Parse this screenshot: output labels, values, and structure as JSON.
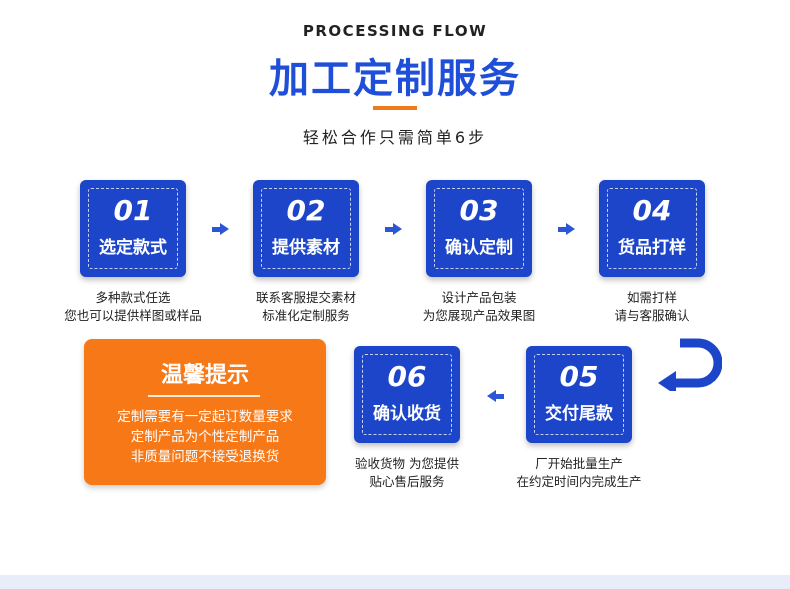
{
  "header": {
    "subtitle_en": "PROCESSING FLOW",
    "title": "加工定制服务",
    "tagline": "轻松合作只需简单6步"
  },
  "steps": [
    {
      "num": "01",
      "label": "选定款式",
      "desc": [
        "多种款式任选",
        "您也可以提供样图或样品"
      ]
    },
    {
      "num": "02",
      "label": "提供素材",
      "desc": [
        "联系客服提交素材",
        "标准化定制服务"
      ]
    },
    {
      "num": "03",
      "label": "确认定制",
      "desc": [
        "设计产品包装",
        "为您展现产品效果图"
      ]
    },
    {
      "num": "04",
      "label": "货品打样",
      "desc": [
        "如需打样",
        "请与客服确认"
      ]
    },
    {
      "num": "05",
      "label": "交付尾款",
      "desc": [
        "厂开始批量生产",
        "在约定时间内完成生产"
      ]
    },
    {
      "num": "06",
      "label": "确认收货",
      "desc": [
        "验收货物 为您提供",
        "贴心售后服务"
      ]
    }
  ],
  "tips": {
    "title": "温馨提示",
    "lines": [
      "定制需要有一定起订数量要求",
      "定制产品为个性定制产品",
      "非质量问题不接受退换货"
    ]
  },
  "colors": {
    "primary": "#1c45c9",
    "accent": "#f77817",
    "title_blue": "#1f4fd8"
  },
  "icons": [
    "arrow-right-icon",
    "arrow-left-icon",
    "u-turn-arrow-icon"
  ]
}
